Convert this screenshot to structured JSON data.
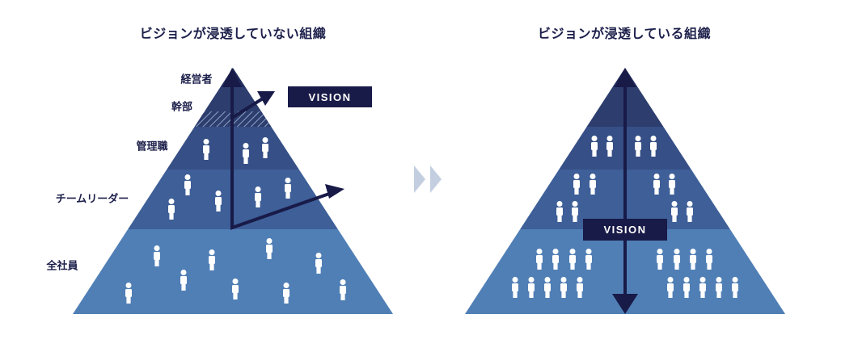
{
  "left_diagram": {
    "title": "ビジョンが浸透していない組織",
    "levels": [
      "経営者",
      "幹部",
      "管理職",
      "チームリーダー",
      "全社員"
    ],
    "vision_label": "VISION"
  },
  "right_diagram": {
    "title": "ビジョンが浸透している組織",
    "vision_label": "VISION"
  },
  "colors": {
    "tier_top": "#232d5c",
    "tier_2": "#2c3d6e",
    "tier_3": "#364f86",
    "tier_4": "#3e5f98",
    "tier_base": "#507fb6",
    "vision_box": "#181a48",
    "arrow": "#181a48",
    "transition_chevron": "#c3cfe0",
    "title_text": "#1c1f4a"
  }
}
